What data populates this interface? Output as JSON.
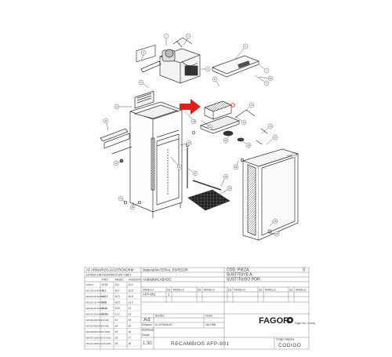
{
  "drawing": {
    "part_callouts": [
      "1",
      "2",
      "3",
      "4",
      "5",
      "6",
      "7",
      "8",
      "9",
      "10",
      "11",
      "12",
      "13",
      "14",
      "15",
      "16",
      "17",
      "18",
      "19",
      "20",
      "21",
      "22",
      "23",
      "24",
      "25",
      "26",
      "27",
      "28",
      "29",
      "30",
      "31",
      "32"
    ],
    "highlight_color": "#e0201b"
  },
  "title_block": {
    "product_family": "AF ARMARIOS GASTRONORM",
    "tolerance_header": "ESTADO SIN TOLERANCIA DIN 7168-1",
    "tolerance_cols": [
      "FINO",
      "MEDIO",
      "GROSERO"
    ],
    "tolerance_rows": [
      {
        "range": "HASTA 6",
        "fino": "±0,05",
        "medio": "±0,1",
        "grosero": "±0,2"
      },
      {
        "range": "MAS DE 6 HASTA 30",
        "fino": "±0,1",
        "medio": "±0,2",
        "grosero": "±0,5"
      },
      {
        "range": "MAS DE 30 HASTA 120",
        "fino": "±0,15",
        "medio": "±0,3",
        "grosero": "±0,8"
      },
      {
        "range": "MAS DE 120 HASTA 400",
        "fino": "±0,2",
        "medio": "±0,5",
        "grosero": "±1,2"
      },
      {
        "range": "MAS DE 400 HASTA 1000",
        "fino": "±0,3",
        "medio": "±0,8",
        "grosero": "±2"
      },
      {
        "range": "MAS DE 1000 HASTA 2000",
        "fino": "±0,5",
        "medio": "±1,2",
        "grosero": "±3"
      },
      {
        "range": "MAS DE 2000 HASTA 4000",
        "fino": "",
        "medio": "±2",
        "grosero": "±4"
      },
      {
        "range": "MAS DE 4000 HASTA 8000",
        "fino": "",
        "medio": "±3",
        "grosero": "±5"
      },
      {
        "range": "MAS DE 8000 HASTA 12000",
        "fino": "",
        "medio": "±4",
        "grosero": "±6"
      },
      {
        "range": "MAS DE 12000 HASTA 16000",
        "fino": "",
        "medio": "±5",
        "grosero": "±7"
      },
      {
        "range": "MAS DE 16000 HASTA 20000",
        "fino": "",
        "medio": "±6",
        "grosero": "±8"
      }
    ],
    "material_label": "Material:",
    "material_value": "MATERIAL ESPESOR",
    "acabado_label": "Acabado:",
    "acabado_value": "ACABADO",
    "modelo_header": "MODELO",
    "ud_header": "Ud.",
    "modelo_value": "AFP-801",
    "modelo_qty": "1",
    "format": "A4",
    "escala_label": "Escala",
    "escala_value": "1:30",
    "nombre_label": "Nombre",
    "dibujado_label": "Dibujado",
    "dibujado_value": "A.I.GONZALEZ",
    "fecha_label": "Fecha",
    "fecha_value": "Oct-1996",
    "modificado_label": "Modificado",
    "cod_pieza": "COD. PIEZA:",
    "cod_pieza_flag": "X",
    "sustituye": "SUSTITUYE A:",
    "sustituido": "SUSTITUIDO POR:",
    "brand": "FAGOR",
    "brand_sub": "Fagor Ind., s.coop.",
    "drawing_title": "RECAMBIOS  AFP-801",
    "codigo_maquina_label": "Código máquina",
    "codigo": "CODIGO"
  }
}
